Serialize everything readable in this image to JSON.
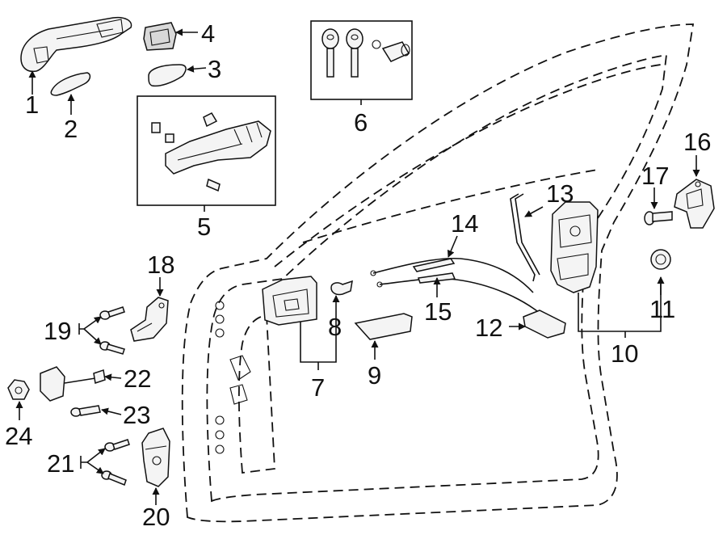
{
  "callouts": {
    "n1": "1",
    "n2": "2",
    "n3": "3",
    "n4": "4",
    "n5": "5",
    "n6": "6",
    "n7": "7",
    "n8": "8",
    "n9": "9",
    "n10": "10",
    "n11": "11",
    "n12": "12",
    "n13": "13",
    "n14": "14",
    "n15": "15",
    "n16": "16",
    "n17": "17",
    "n18": "18",
    "n19": "19",
    "n20": "20",
    "n21": "21",
    "n22": "22",
    "n23": "23",
    "n24": "24"
  },
  "colors": {
    "line": "#111111",
    "background": "#ffffff",
    "part_fill": "#f4f4f4"
  }
}
